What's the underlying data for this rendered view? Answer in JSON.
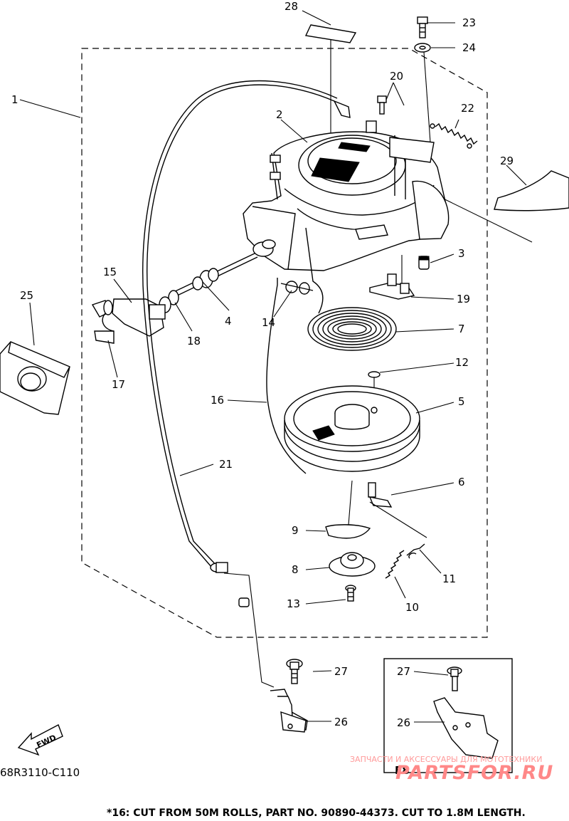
{
  "diagram_code": "68R3110-C110",
  "footnote": "*16:  CUT FROM 50M ROLLS, PART NO. 90890-44373. CUT TO 1.8M LENGTH.",
  "watermark": {
    "text": "ЗАПЧАСТИ И АКСЕССУАРЫ ДЛЯ МОТОТЕХНИКИ",
    "logo": "PARTSFOR.RU",
    "color": "#ff8888"
  },
  "detail_box": {
    "label": "F8",
    "callouts": [
      "27",
      "26"
    ]
  },
  "fwd_label": "FWD",
  "callouts": {
    "p1": "1",
    "p2": "2",
    "p3": "3",
    "p4": "4",
    "p5": "5",
    "p6": "6",
    "p7": "7",
    "p8": "8",
    "p9": "9",
    "p10": "10",
    "p11": "11",
    "p12": "12",
    "p13": "13",
    "p14": "14",
    "p15": "15",
    "p16": "16",
    "p17": "17",
    "p18": "18",
    "p19": "19",
    "p20": "20",
    "p21": "21",
    "p22": "22",
    "p23": "23",
    "p24": "24",
    "p25": "25",
    "p26": "26",
    "p27": "27",
    "p28": "28",
    "p29": "29"
  }
}
